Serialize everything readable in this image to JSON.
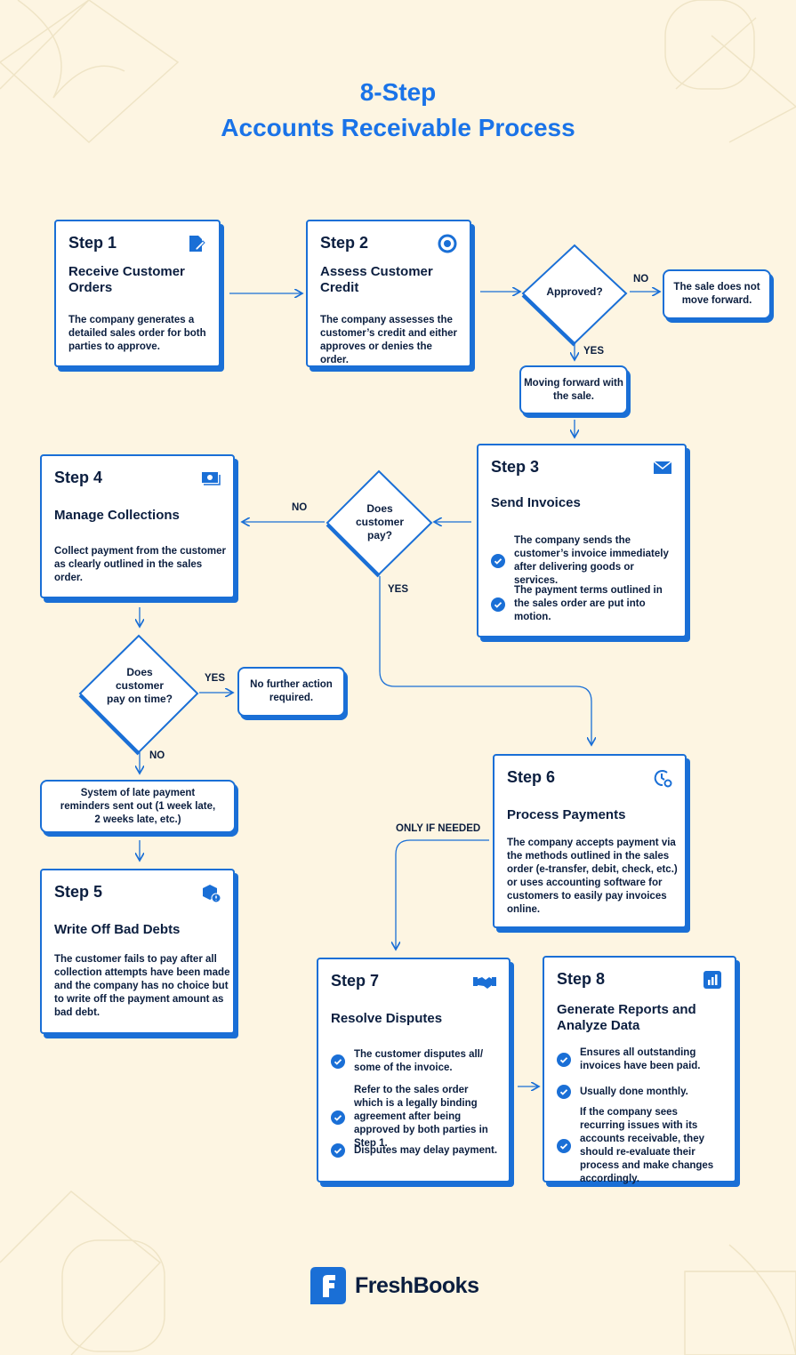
{
  "title": {
    "line1": "8-Step",
    "line2": "Accounts Receivable Process"
  },
  "colors": {
    "background": "#fdf5e2",
    "accent": "#1a6fd6",
    "title": "#1a73e8",
    "text": "#0b1e3f"
  },
  "steps": [
    {
      "step": "Step 1",
      "heading": "Receive Customer Orders",
      "text": "The company generates a detailed sales order for both parties to approve.",
      "icon": "edit-document-icon"
    },
    {
      "step": "Step 2",
      "heading": "Assess Customer Credit",
      "text": "The company assesses the customer’s credit and either approves or denies the order.",
      "icon": "credit-gauge-icon"
    },
    {
      "step": "Step 3",
      "heading": "Send Invoices",
      "bullets": [
        "The company sends the customer’s invoice immediately after delivering goods or services.",
        "The payment terms outlined in the sales order are put into motion."
      ],
      "icon": "envelope-icon"
    },
    {
      "step": "Step 4",
      "heading": "Manage Collections",
      "text": "Collect payment from the customer as clearly outlined in the sales order.",
      "icon": "cash-icon"
    },
    {
      "step": "Step 5",
      "heading": "Write Off Bad Debts",
      "text": "The customer fails to pay after all collection attempts have been made and the company has no choice but to write off the payment amount as bad debt.",
      "icon": "box-alert-icon"
    },
    {
      "step": "Step 6",
      "heading": "Process Payments",
      "text": "The company accepts payment via the methods outlined in the sales order (e-transfer, debit, check, etc.) or uses accounting software for customers to easily pay invoices online.",
      "icon": "clock-gear-icon"
    },
    {
      "step": "Step 7",
      "heading": "Resolve Disputes",
      "bullets": [
        "The customer disputes all/ some of the invoice.",
        "Refer to the sales order which is a legally binding agreement after being approved by both parties in Step 1.",
        "Disputes may delay payment."
      ],
      "icon": "handshake-icon"
    },
    {
      "step": "Step 8",
      "heading": "Generate Reports and Analyze Data",
      "bullets": [
        "Ensures all outstanding invoices have been paid.",
        "Usually done monthly.",
        "If the company sees recurring issues with its accounts receivable, they should re-evaluate their process and make changes accordingly."
      ],
      "icon": "bar-chart-icon"
    }
  ],
  "decisions": {
    "approved": "Approved?",
    "pay": "Does customer pay?",
    "on_time": "Does customer pay on time?"
  },
  "notes": {
    "no_move": "The sale does not move forward.",
    "moving": "Moving forward with the sale.",
    "no_action": "No further action required.",
    "reminders": "System of late payment reminders sent out (1 week late, 2 weeks late, etc.)"
  },
  "labels": {
    "no1": "NO",
    "yes1": "YES",
    "no2": "NO",
    "yes2": "YES",
    "yes3": "YES",
    "no3": "NO",
    "only_if": "ONLY IF NEEDED"
  },
  "logo": {
    "name": "FreshBooks"
  }
}
